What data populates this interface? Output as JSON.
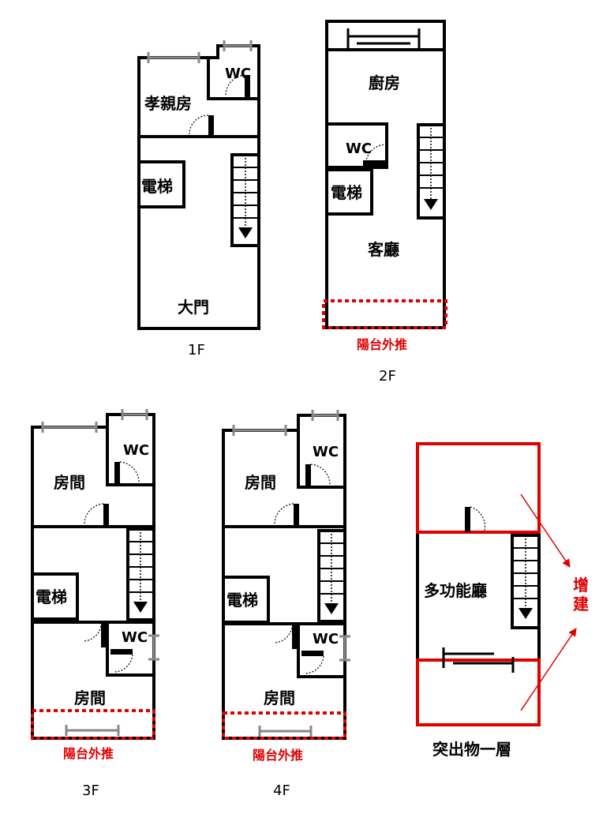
{
  "floor_1": {
    "label": "1F",
    "rooms": {
      "parents_room": "孝親房",
      "wc": "WC",
      "elevator": "電梯",
      "main_door": "大門"
    }
  },
  "floor_2": {
    "label": "2F",
    "rooms": {
      "kitchen": "廚房",
      "wc": "WC",
      "elevator": "電梯",
      "living_room": "客廳"
    },
    "balcony_note": "陽台外推"
  },
  "floor_3": {
    "label": "3F",
    "rooms": {
      "room_top": "房間",
      "wc_top": "WC",
      "elevator": "電梯",
      "wc_bottom": "WC",
      "room_bottom": "房間"
    },
    "balcony_note": "陽台外推"
  },
  "floor_4": {
    "label": "4F",
    "rooms": {
      "room_top": "房間",
      "wc_top": "WC",
      "elevator": "電梯",
      "wc_bottom": "WC",
      "room_bottom": "房間"
    },
    "balcony_note": "陽台外推"
  },
  "roof": {
    "label": "突出物一層",
    "rooms": {
      "multi_room": "多功能廳"
    },
    "addition_note": "增建"
  },
  "colors": {
    "wall": "#000000",
    "addition": "#e00000",
    "window": "#888888"
  }
}
